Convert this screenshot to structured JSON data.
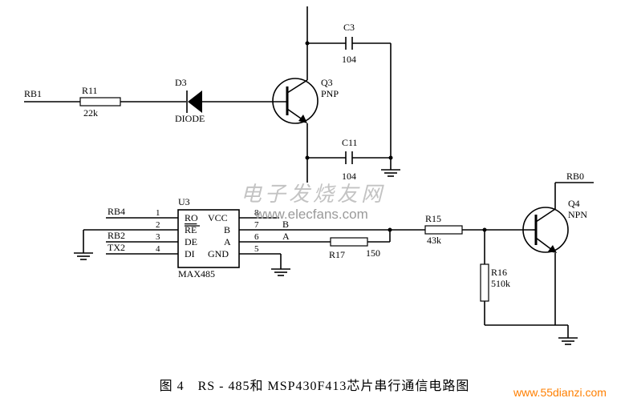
{
  "nets": {
    "rb1": "RB1",
    "rb0": "RB0",
    "rb4": "RB4",
    "rb2": "RB2",
    "tx2": "TX2"
  },
  "components": {
    "r11": {
      "ref": "R11",
      "value": "22k"
    },
    "d3": {
      "ref": "D3",
      "value": "DIODE"
    },
    "q3": {
      "ref": "Q3",
      "type": "PNP"
    },
    "c3": {
      "ref": "C3",
      "value": "104"
    },
    "c11": {
      "ref": "C11",
      "value": "104"
    },
    "r15": {
      "ref": "R15",
      "value": "43k"
    },
    "r16": {
      "ref": "R16",
      "value": "510k"
    },
    "r17": {
      "ref": "R17",
      "value": "150"
    },
    "q4": {
      "ref": "Q4",
      "type": "NPN"
    },
    "u3": {
      "ref": "U3",
      "part": "MAX485",
      "left_pins": [
        {
          "num": "1",
          "name": "RO"
        },
        {
          "num": "2",
          "name": "RE"
        },
        {
          "num": "3",
          "name": "DE"
        },
        {
          "num": "4",
          "name": "DI"
        }
      ],
      "right_pins": [
        {
          "num": "8",
          "name": "VCC"
        },
        {
          "num": "7",
          "name": "B"
        },
        {
          "num": "6",
          "name": "A"
        },
        {
          "num": "5",
          "name": "GND"
        }
      ]
    }
  },
  "bus_labels": {
    "b": "B",
    "a": "A"
  },
  "caption": "图 4　RS - 485和 MSP430F413芯片串行通信电路图",
  "watermark": {
    "text": "电子发烧友网",
    "url": "www.elecfans.com"
  },
  "site": "www.55dianzi.com"
}
